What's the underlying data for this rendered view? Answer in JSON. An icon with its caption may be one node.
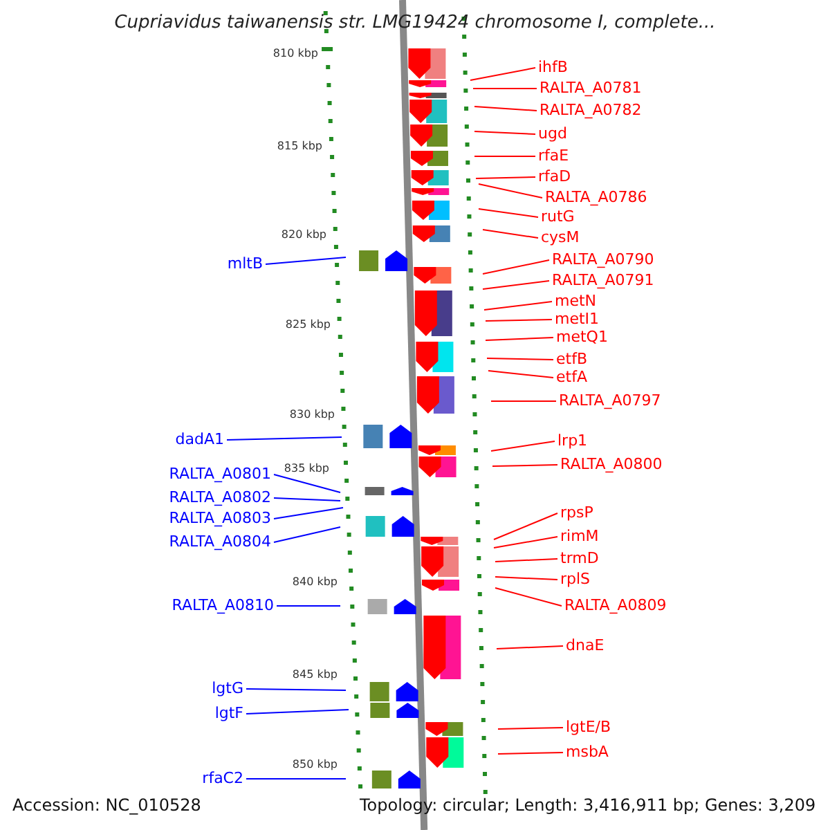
{
  "diagram": {
    "title": "Cupriavidus taiwanensis str. LMG19424 chromosome I, complete...",
    "nodes": [
      {
        "text": [
          "ihfB"
        ]
      },
      {
        "text": [
          "RALTA_A0781"
        ]
      },
      {
        "text": [
          "RALTA_A0782"
        ]
      },
      {
        "text": [
          "ugd"
        ]
      },
      {
        "text": [
          "rfaE"
        ]
      },
      {
        "text": [
          "rfaD"
        ]
      },
      {
        "text": [
          "RALTA_A0786"
        ]
      },
      {
        "text": [
          "rutG"
        ]
      },
      {
        "text": [
          "cysM"
        ]
      },
      {
        "text": [
          "RALTA_A0790"
        ]
      },
      {
        "text": [
          "RALTA_A0791"
        ]
      },
      {
        "text": [
          "metN"
        ]
      },
      {
        "text": [
          "metI1"
        ]
      },
      {
        "text": [
          "metQ1"
        ]
      },
      {
        "text": [
          "etfB"
        ]
      },
      {
        "text": [
          "etfA"
        ]
      },
      {
        "text": [
          "RALTA_A0797"
        ]
      },
      {
        "text": [
          "lrp1"
        ]
      },
      {
        "text": [
          "RALTA_A0800"
        ]
      },
      {
        "text": [
          "rpsP"
        ]
      },
      {
        "text": [
          "rimM"
        ]
      },
      {
        "text": [
          "trmD"
        ]
      },
      {
        "text": [
          "rplS"
        ]
      },
      {
        "text": [
          "RALTA_A0809"
        ]
      },
      {
        "text": [
          "dnaE"
        ]
      },
      {
        "text": [
          "lgtE/B"
        ]
      },
      {
        "text": [
          "msbA"
        ]
      },
      {
        "text": [
          "mltB"
        ]
      },
      {
        "text": [
          "dadA1"
        ]
      },
      {
        "text": [
          "RALTA_A0801"
        ]
      },
      {
        "text": [
          "RALTA_A0802"
        ]
      },
      {
        "text": [
          "RALTA_A0803"
        ]
      },
      {
        "text": [
          "RALTA_A0804"
        ]
      },
      {
        "text": [
          "RALTA_A0810"
        ]
      },
      {
        "text": [
          "lgtG"
        ]
      },
      {
        "text": [
          "lgtF"
        ]
      },
      {
        "text": [
          "rfaC2"
        ]
      }
    ],
    "edges": [
      {
        "from": 0,
        "to": null,
        "arrow": "none"
      },
      {
        "from": 1,
        "to": null,
        "arrow": "none"
      },
      {
        "from": 2,
        "to": null,
        "arrow": "none"
      },
      {
        "from": 3,
        "to": null,
        "arrow": "none"
      },
      {
        "from": 4,
        "to": null,
        "arrow": "none"
      },
      {
        "from": 5,
        "to": null,
        "arrow": "none"
      },
      {
        "from": 6,
        "to": null,
        "arrow": "none"
      },
      {
        "from": 7,
        "to": null,
        "arrow": "none"
      },
      {
        "from": 8,
        "to": null,
        "arrow": "none"
      },
      {
        "from": 9,
        "to": null,
        "arrow": "none"
      },
      {
        "from": 10,
        "to": null,
        "arrow": "none"
      },
      {
        "from": 11,
        "to": null,
        "arrow": "none"
      },
      {
        "from": 12,
        "to": null,
        "arrow": "none"
      },
      {
        "from": 13,
        "to": null,
        "arrow": "none"
      },
      {
        "from": 14,
        "to": null,
        "arrow": "none"
      },
      {
        "from": 15,
        "to": null,
        "arrow": "none"
      },
      {
        "from": 16,
        "to": null,
        "arrow": "none"
      },
      {
        "from": 17,
        "to": null,
        "arrow": "none"
      },
      {
        "from": 18,
        "to": null,
        "arrow": "none"
      },
      {
        "from": 19,
        "to": null,
        "arrow": "none"
      },
      {
        "from": 20,
        "to": null,
        "arrow": "none"
      },
      {
        "from": 21,
        "to": null,
        "arrow": "none"
      },
      {
        "from": 22,
        "to": null,
        "arrow": "none"
      },
      {
        "from": 23,
        "to": null,
        "arrow": "none"
      },
      {
        "from": 24,
        "to": null,
        "arrow": "none"
      },
      {
        "from": 25,
        "to": null,
        "arrow": "none"
      },
      {
        "from": 26,
        "to": null,
        "arrow": "none"
      },
      {
        "from": 27,
        "to": null,
        "arrow": "none",
        "color": "#0000ff"
      },
      {
        "from": 28,
        "to": null,
        "arrow": "none",
        "color": "#0000ff"
      },
      {
        "from": 29,
        "to": null,
        "arrow": "none",
        "color": "#0000ff"
      },
      {
        "from": 30,
        "to": null,
        "arrow": "none",
        "color": "#0000ff"
      },
      {
        "from": 31,
        "to": null,
        "arrow": "none",
        "color": "#0000ff"
      },
      {
        "from": 32,
        "to": null,
        "arrow": "none",
        "color": "#0000ff"
      },
      {
        "from": 33,
        "to": null,
        "arrow": "none",
        "color": "#0000ff"
      },
      {
        "from": 34,
        "to": null,
        "arrow": "none",
        "color": "#0000ff"
      },
      {
        "from": 35,
        "to": null,
        "arrow": "none",
        "color": "#0000ff"
      },
      {
        "from": 36,
        "to": null,
        "arrow": "none",
        "color": "#0000ff"
      }
    ],
    "labels": [
      "810 kbp",
      "815 kbp",
      "820 kbp",
      "825 kbp",
      "830 kbp",
      "835 kbp",
      "840 kbp",
      "845 kbp",
      "850 kbp",
      "Accession: NC_010528",
      "Topology: circular; Length: 3,416,911 bp; Genes: 3,209"
    ]
  }
}
